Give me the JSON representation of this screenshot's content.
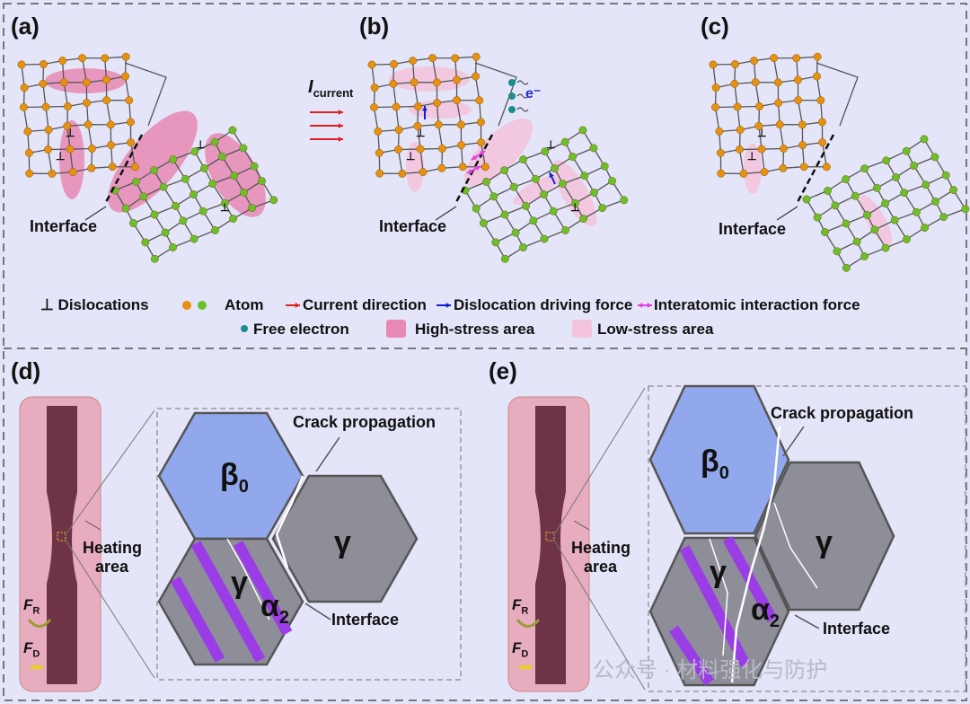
{
  "panels": {
    "a": {
      "label": "(a)",
      "interface": "Interface"
    },
    "b": {
      "label": "(b)",
      "interface": "Interface",
      "current_label": "I",
      "current_sub": "current",
      "electron_label": "e⁻"
    },
    "c": {
      "label": "(c)",
      "interface": "Interface"
    },
    "d": {
      "label": "(d)",
      "crack": "Crack propagation",
      "heating": "Heating",
      "heating2": "area",
      "interface": "Interface",
      "beta": "β",
      "beta_sub": "0",
      "gamma": "γ",
      "alpha": "α",
      "alpha_sub": "2",
      "fr": "F",
      "fr_sub": "R",
      "fd": "F",
      "fd_sub": "D"
    },
    "e": {
      "label": "(e)",
      "crack": "Crack propagation",
      "heating": "Heating",
      "heating2": "area",
      "interface": "Interface",
      "beta": "β",
      "beta_sub": "0",
      "gamma": "γ",
      "alpha": "α",
      "alpha_sub": "2",
      "fr": "F",
      "fr_sub": "R",
      "fd": "F",
      "fd_sub": "D"
    }
  },
  "legend": {
    "dislocations": "Dislocations",
    "atom": "Atom",
    "current": "Current direction",
    "driving": "Dislocation driving force",
    "interatomic": "Interatomic interaction force",
    "electron": "Free electron",
    "high": "High-stress area",
    "low": "Low-stress area"
  },
  "colors": {
    "background": "#e4e5f8",
    "orange_atom": "#e8900f",
    "green_atom": "#6cbf2a",
    "high_stress": "#e889b4",
    "low_stress": "#f3c3dc",
    "beta0": "#92a8ec",
    "gamma": "#8e8e99",
    "alpha2": "#9b3de6"
  },
  "watermark": "公众号 · 材料强化与防护"
}
